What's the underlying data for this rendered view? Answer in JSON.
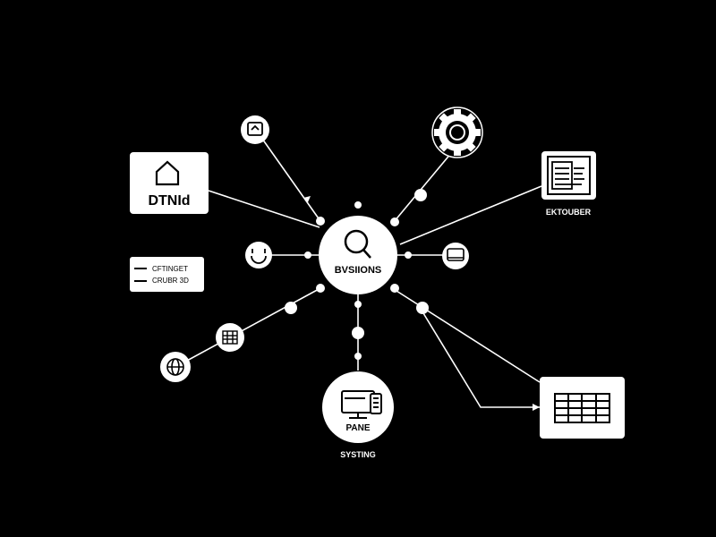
{
  "colors": {
    "background": "#000000",
    "foreground": "#ffffff",
    "ink": "#000000"
  },
  "hub": {
    "label": "BVSIIONS",
    "icon": "search-icon"
  },
  "nodes": {
    "home_card": {
      "label": "DTNId",
      "icon": "home-icon"
    },
    "list_card": {
      "line1": "CFTINGET",
      "line2": "CRUBR 3D",
      "icon": "list-icon"
    },
    "document_card": {
      "caption": "EKTOUBER",
      "icon": "document-icon"
    },
    "monitor_node": {
      "label": "PANE",
      "caption": "SYSTING",
      "icon": "monitor-icon"
    },
    "table_card": {
      "icon": "table-icon"
    },
    "gear_node": {
      "icon": "gear-icon"
    },
    "top_small_node": {
      "icon": "window-icon"
    },
    "left_small_node": {
      "icon": "headset-icon"
    },
    "right_small_node": {
      "icon": "chat-icon"
    },
    "grid_node": {
      "icon": "grid-icon"
    },
    "globe_node": {
      "icon": "globe-icon"
    }
  }
}
